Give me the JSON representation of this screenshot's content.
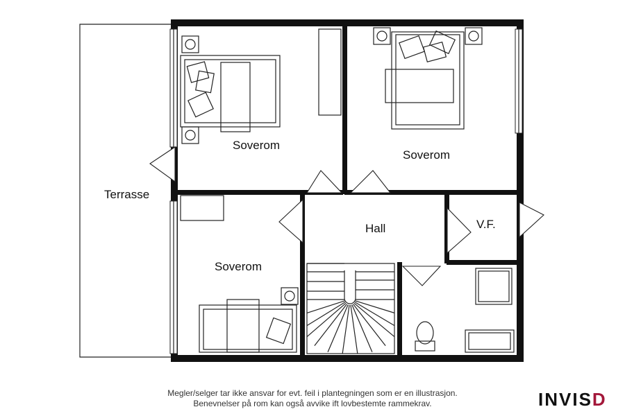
{
  "rooms": {
    "terrasse": "Terrasse",
    "soverom_top_left": "Soverom",
    "soverom_top_right": "Soverom",
    "soverom_bottom": "Soverom",
    "hall": "Hall",
    "vf": "V.F."
  },
  "disclaimer": {
    "line1": "Megler/selger tar ikke ansvar for evt. feil i plantegningen som er en illustrasjon.",
    "line2": "Benevnelser på rom kan også avvike ift lovbestemte rammekrav."
  },
  "logo": {
    "text_main": "INVIS",
    "text_accent": "D",
    "accent_color": "#a3173a"
  }
}
